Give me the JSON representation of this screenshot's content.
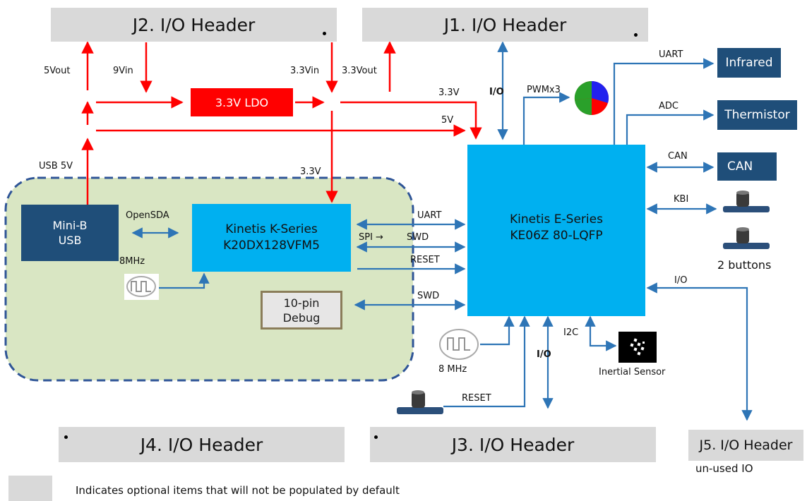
{
  "headers": {
    "j2": "J2. I/O Header",
    "j1": "J1. I/O Header",
    "j4": "J4. I/O Header",
    "j3": "J3. I/O Header",
    "j5": "J5. I/O Header",
    "j5_note": "un-used IO"
  },
  "blocks": {
    "ldo": "3.3V LDO",
    "usb_line1": "Mini-B",
    "usb_line2": "USB",
    "k_line1": "Kinetis K-Series",
    "k_line2": "K20DX128VFM5",
    "e_line1": "Kinetis E-Series",
    "e_line2": "KE06Z 80-LQFP",
    "debug_line1": "10-pin",
    "debug_line2": "Debug",
    "infrared": "Infrared",
    "thermistor": "Thermistor",
    "can": "CAN",
    "two_buttons": "2 buttons",
    "inertial": "Inertial Sensor",
    "osc_label": "8 MHz"
  },
  "signals": {
    "v5out": "5Vout",
    "v9in": "9Vin",
    "v33in": "3.3Vin",
    "v33out": "3.3Vout",
    "usb5v": "USB 5V",
    "rail33_top": "3.3V",
    "rail5v": "5V",
    "rail33_down": "3.3V",
    "io_top": "I/O",
    "pwm": "PWMx3",
    "uart_top": "UART",
    "adc": "ADC",
    "can": "CAN",
    "kbi": "KBI",
    "io_right": "I/O",
    "opensda": "OpenSDA",
    "mhz8": "8MHz",
    "uart": "UART",
    "spi": "SPI →",
    "swd1": "SWD",
    "reset": "RESET",
    "swd2": "SWD",
    "i2c": "I2C",
    "io_bottom": "I/O",
    "reset_btn": "RESET"
  },
  "legend": {
    "text": "Indicates optional items that will not be populated by default"
  },
  "colors": {
    "power_line": "#ff0000",
    "signal_line": "#2e75b6",
    "header_fill": "#d9d9d9",
    "opensda_region": "#d9e6c3",
    "opensda_border": "#2f5597",
    "navy": "#1f4e79",
    "cyan": "#00b0f0",
    "ldo": "#ff0000"
  }
}
